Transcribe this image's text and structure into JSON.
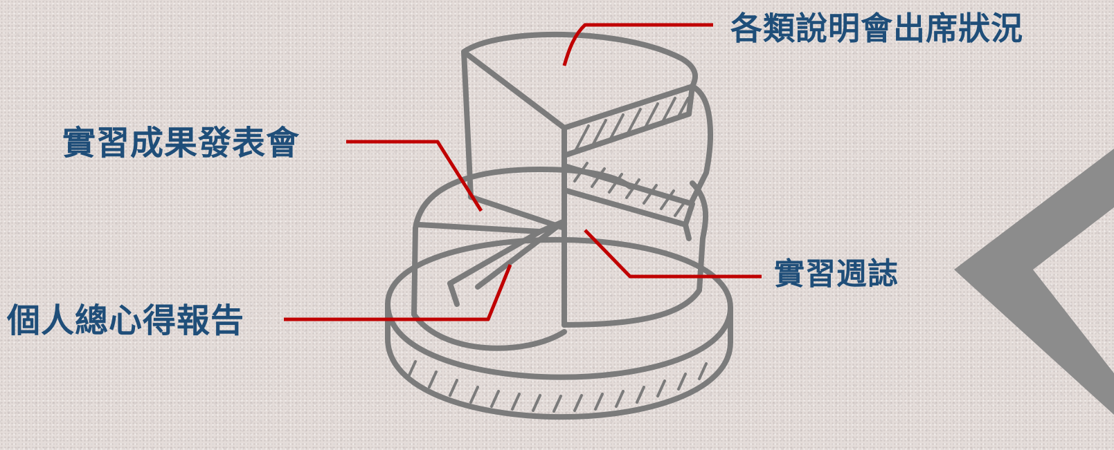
{
  "diagram": {
    "labels": {
      "top_right": "各類說明會出席狀況",
      "left_top": "實習成果發表會",
      "right": "實習週誌",
      "left_bottom": "個人總心得報告"
    },
    "colors": {
      "label_text": "#1f4e79",
      "leader_line": "#c00000",
      "sketch_stroke": "#7b7b7b",
      "chevron": "#8c8c8c",
      "background": "#e4dcd9"
    }
  }
}
